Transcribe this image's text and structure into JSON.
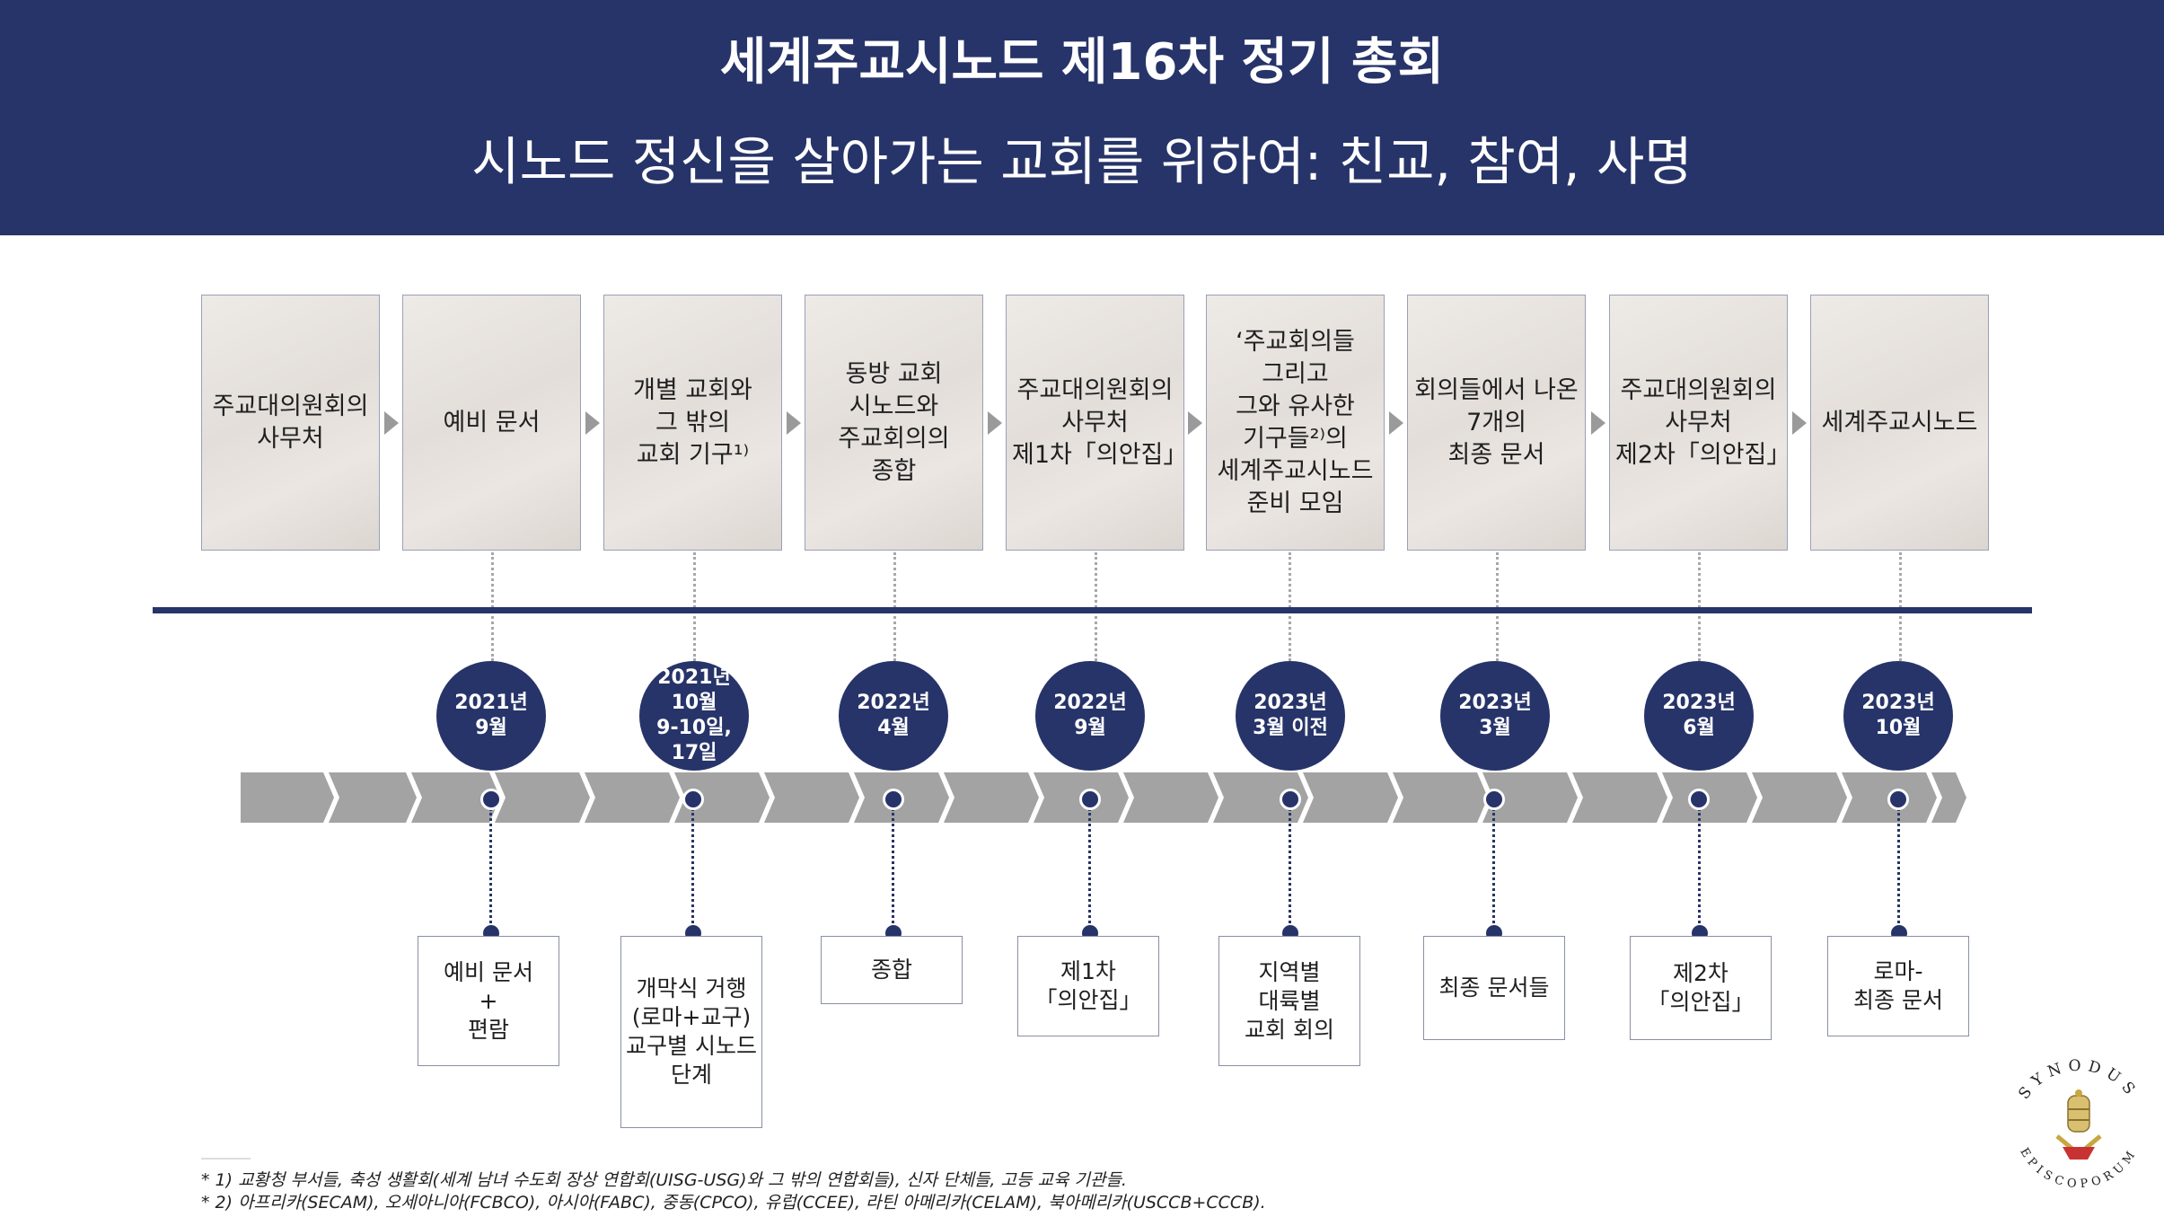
{
  "header": {
    "title": "세계주교시노드 제16차 정기 총회",
    "subtitle": "시노드 정신을 살아가는 교회를 위하여: 친교, 참여, 사명"
  },
  "stages": [
    {
      "label": "주교대의원회의\n사무처"
    },
    {
      "label": "예비 문서"
    },
    {
      "label": "개별 교회와\n그 밖의\n교회 기구¹⁾"
    },
    {
      "label": "동방 교회\n시노드와\n주교회의의\n종합"
    },
    {
      "label": "주교대의원회의\n사무처\n제1차「의안집」"
    },
    {
      "label": "‘주교회의들\n그리고\n그와 유사한\n기구들²⁾의\n세계주교시노드\n준비 모임"
    },
    {
      "label": "회의들에서 나온\n7개의\n최종 문서"
    },
    {
      "label": "주교대의원회의\n사무처\n제2차「의안집」"
    },
    {
      "label": "세계주교시노드"
    }
  ],
  "dates": [
    {
      "label": "2021년\n9월"
    },
    {
      "label": "2021년\n10월\n9-10일,\n17일"
    },
    {
      "label": "2022년\n4월"
    },
    {
      "label": "2022년\n9월"
    },
    {
      "label": "2023년\n3월 이전"
    },
    {
      "label": "2023년\n3월"
    },
    {
      "label": "2023년\n6월"
    },
    {
      "label": "2023년\n10월"
    }
  ],
  "outcomes": [
    {
      "label": "예비 문서\n+\n편람"
    },
    {
      "label": "개막식 거행\n(로마+교구)\n교구별 시노드\n단계"
    },
    {
      "label": "종합"
    },
    {
      "label": "제1차\n「의안집」"
    },
    {
      "label": "지역별\n대륙별\n교회 회의"
    },
    {
      "label": "최종 문서들"
    },
    {
      "label": "제2차\n「의안집」"
    },
    {
      "label": "로마-\n최종 문서"
    }
  ],
  "footnotes": {
    "note1": "* 1) 교황청 부서들, 축성 생활회(세계 남녀 수도회 장상 연합회(UISG-USG)와 그 밖의 연합회들), 신자 단체들, 고등 교육 기관들.",
    "note2": "* 2) 아프리카(SECAM), 오세아니아(FCBCO), 아시아(FABC), 중동(CPCO), 유럽(CCEE), 라틴 아메리카(CELAM), 북아메리카(USCCB+CCCB)."
  },
  "seal": {
    "text_top": "SYNODUS",
    "text_bottom": "EPISCOPORUM"
  },
  "colors": {
    "navy": "#273469",
    "gray_band": "#a3a3a3",
    "card_border": "#9aa0b8"
  }
}
